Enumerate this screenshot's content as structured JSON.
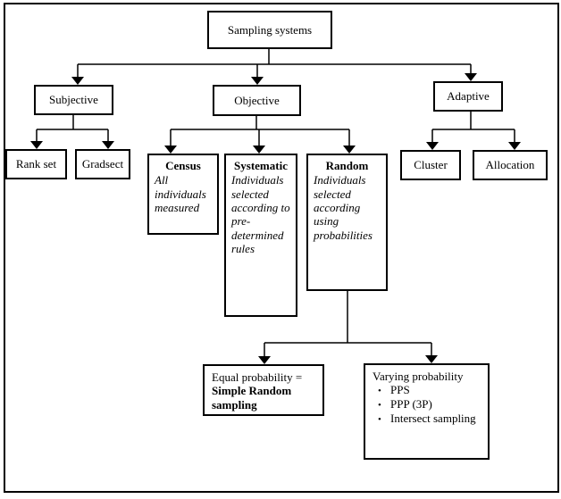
{
  "colors": {
    "background": "#ffffff",
    "line": "#000000",
    "box_border": "#000000",
    "text": "#000000"
  },
  "bullet_glyph": "•",
  "nodes": {
    "sampling_systems": {
      "label": "Sampling systems"
    },
    "subjective": {
      "label": "Subjective"
    },
    "objective": {
      "label": "Objective"
    },
    "adaptive": {
      "label": "Adaptive"
    },
    "rank_set": {
      "label": "Rank set"
    },
    "gradsect": {
      "label": "Gradsect"
    },
    "census": {
      "title": "Census",
      "description": "All individuals measured"
    },
    "systematic": {
      "title": "Systematic",
      "description": "Individuals selected according to pre-determined rules"
    },
    "random": {
      "title": "Random",
      "description": "Individuals selected according using probabilities"
    },
    "cluster": {
      "label": "Cluster"
    },
    "allocation": {
      "label": "Allocation"
    },
    "equal_probability": {
      "line1": "Equal probability =",
      "line2": "Simple Random sampling"
    },
    "varying_probability": {
      "title": "Varying probability",
      "bullets": [
        "PPS",
        "PPP (3P)",
        "Intersect sampling"
      ]
    }
  }
}
